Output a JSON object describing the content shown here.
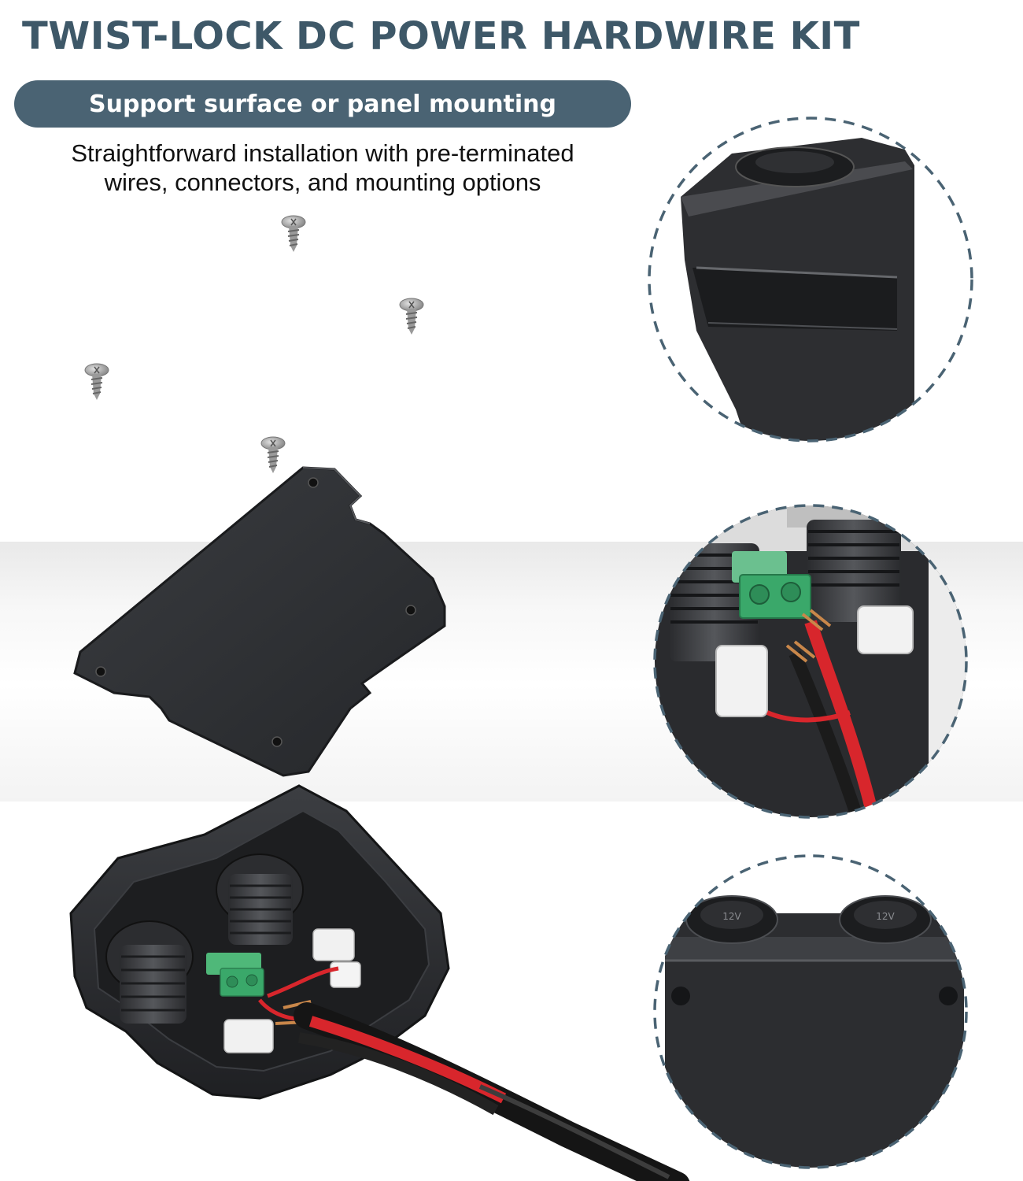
{
  "title": "TWIST-LOCK DC POWER HARDWIRE KIT",
  "pill": "Support surface or panel mounting",
  "subtitle": {
    "line1": "Straightforward installation with pre-terminated",
    "line2": "wires, connectors, and mounting options"
  },
  "socket_labels": {
    "left": "12V",
    "right": "12V"
  },
  "colors": {
    "title": "#3e5868",
    "pill": "#4a6373",
    "housing": "#2b2d30",
    "wire_red": "#d8262c",
    "terminal_green": "#3aa86a",
    "dashed_circle": "#4a6373"
  }
}
